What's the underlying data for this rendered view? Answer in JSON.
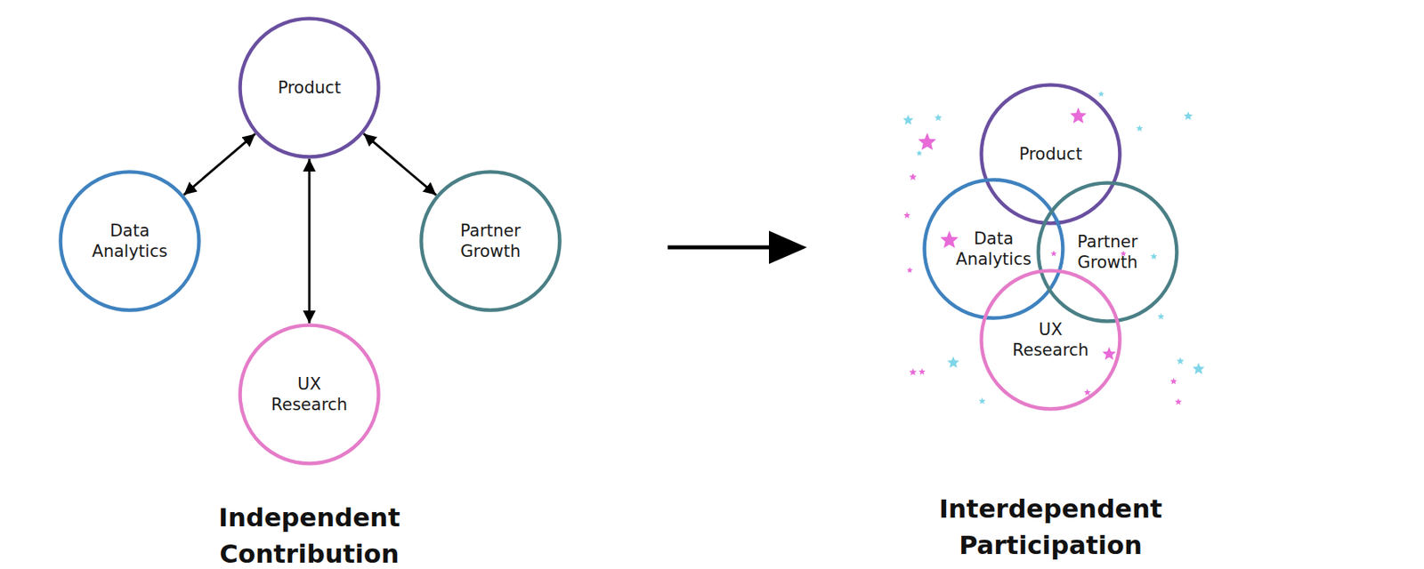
{
  "diagram": {
    "nodes": [
      {
        "text": [
          "Product"
        ]
      },
      {
        "text": [
          "Data Analytics"
        ]
      },
      {
        "text": [
          "Partner Growth"
        ]
      },
      {
        "text": [
          "UX Research"
        ]
      },
      {
        "text": [
          "Product"
        ]
      },
      {
        "text": [
          "Data Analytics"
        ]
      },
      {
        "text": [
          "Partner Growth"
        ]
      },
      {
        "text": [
          "UX Research"
        ]
      }
    ],
    "edges": [
      {
        "from": 0,
        "to": 1,
        "arrow": "both"
      },
      {
        "from": 0,
        "to": 3,
        "arrow": "both"
      },
      {
        "from": 0,
        "to": 2,
        "arrow": "both"
      }
    ],
    "labels": [
      "Independent Contribution",
      "Interdependent Participation"
    ]
  }
}
